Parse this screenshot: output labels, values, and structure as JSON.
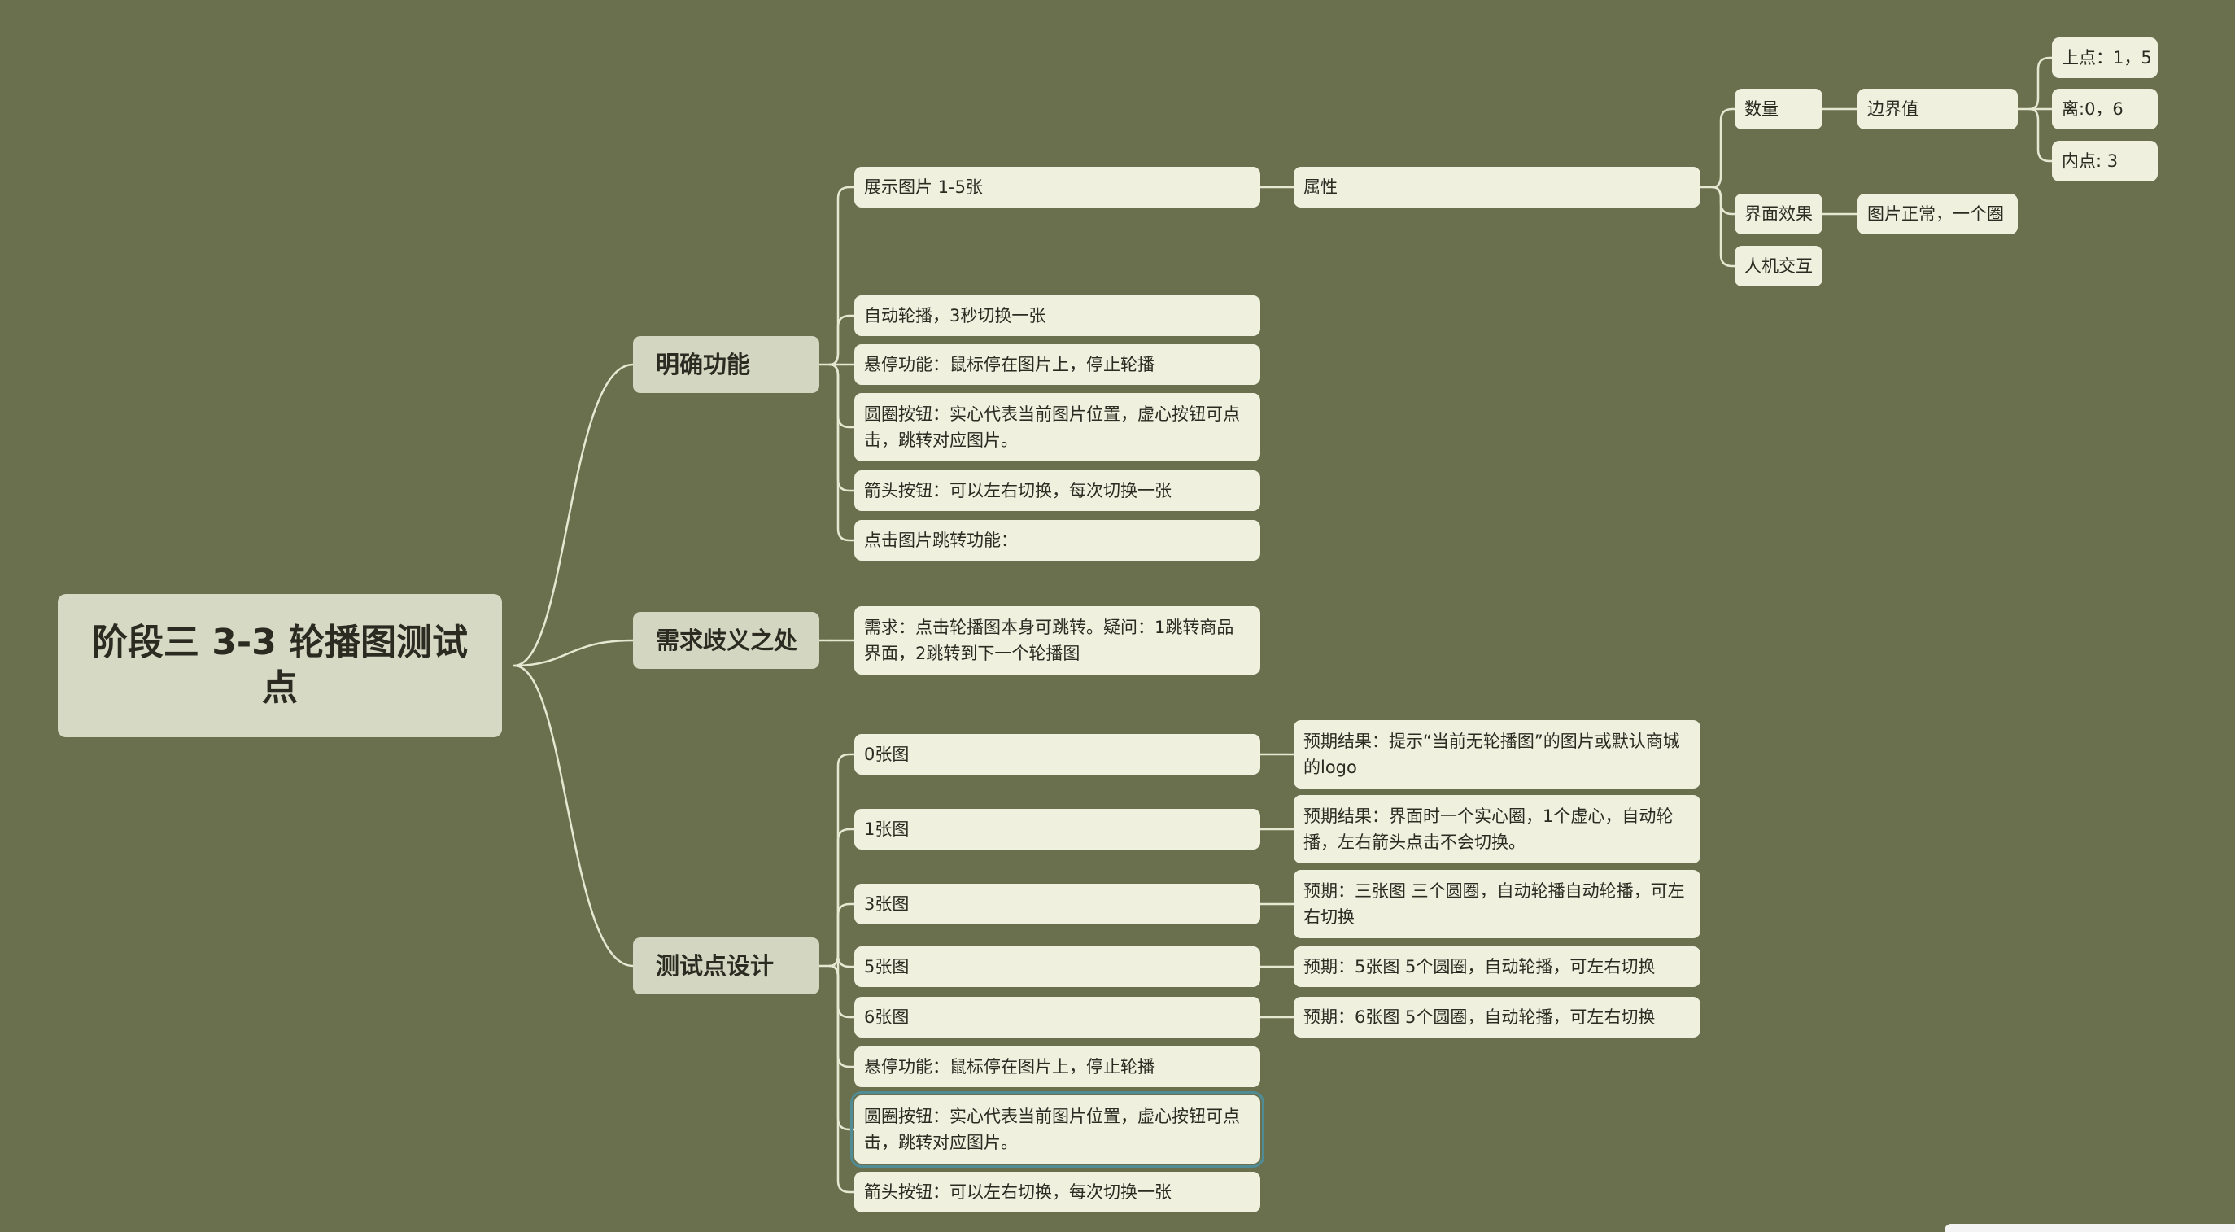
{
  "root": "阶段三 3-3 轮播图测试点",
  "branches": {
    "b1": "明确功能",
    "b2": "需求歧义之处",
    "b3": "测试点设计"
  },
  "nodes": {
    "b1_show": "展示图片 1-5张",
    "b1_auto": "自动轮播，3秒切换一张",
    "b1_hover": "悬停功能：鼠标停在图片上，停止轮播",
    "b1_circle": "圆圈按钮：实心代表当前图片位置，虚心按钮可点击，跳转对应图片。",
    "b1_arrow": "箭头按钮：可以左右切换，每次切换一张",
    "b1_click": "点击图片跳转功能：",
    "attr": "属性",
    "qty": "数量",
    "boundary": "边界值",
    "upper": "上点：1，5",
    "off": "离:0，6",
    "inner": "内点: 3",
    "ui_effect": "界面效果",
    "ui_effect_val": "图片正常，一个圈",
    "hci": "人机交互",
    "b2_req": "需求：点击轮播图本身可跳转。疑问：1跳转商品界面，2跳转到下一个轮播图",
    "b3_0": "0张图",
    "b3_0_exp": "预期结果：提示“当前无轮播图”的图片或默认商城的logo",
    "b3_1": "1张图",
    "b3_1_exp": "预期结果：界面时一个实心圈，1个虚心，自动轮播，左右箭头点击不会切换。",
    "b3_3": "3张图",
    "b3_3_exp": "预期：三张图  三个圆圈，自动轮播自动轮播，可左右切换",
    "b3_5": "5张图",
    "b3_5_exp": "预期：5张图  5个圆圈，自动轮播，可左右切换",
    "b3_6": "6张图",
    "b3_6_exp": "预期：6张图  5个圆圈，自动轮播，可左右切换",
    "b3_hover": "悬停功能：鼠标停在图片上，停止轮播",
    "b3_circle": "圆圈按钮：实心代表当前图片位置，虚心按钮可点击，跳转对应图片。",
    "b3_arrow": "箭头按钮：可以左右切换，每次切换一张"
  },
  "colors": {
    "background": "#6a704d",
    "node": "#eff1de",
    "branch_node": "#d3d6c0",
    "line": "#e6e8d2",
    "selection": "#4f8c95"
  }
}
